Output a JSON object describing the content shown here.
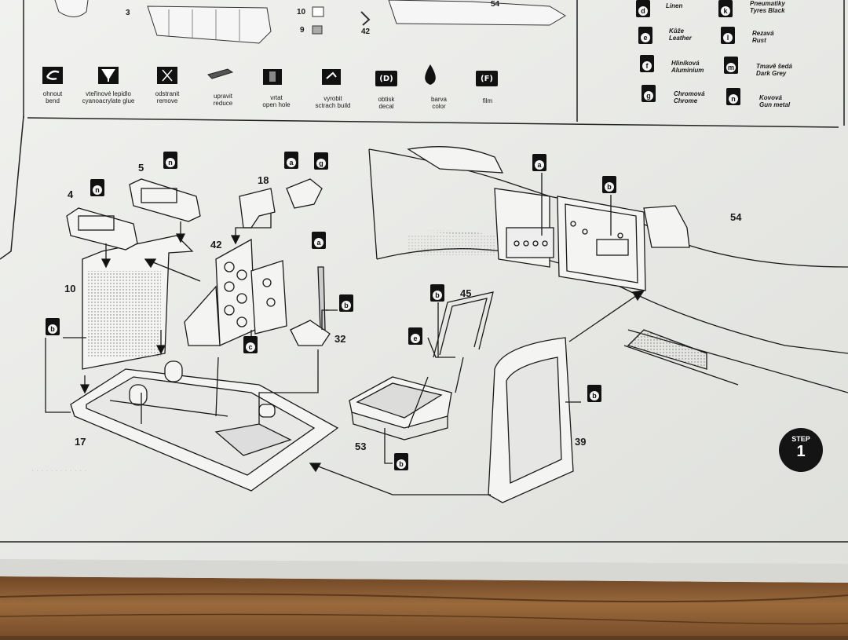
{
  "legend": {
    "items": [
      {
        "cz": "ohnout",
        "en": "bend",
        "icon": "bend-icon"
      },
      {
        "cz": "vteřinové lepidlo",
        "en": "cyanoacrylate glue",
        "icon": "glue-icon"
      },
      {
        "cz": "odstranit",
        "en": "remove",
        "icon": "cut-icon"
      },
      {
        "cz": "upravit",
        "en": "reduce",
        "icon": "file-icon"
      },
      {
        "cz": "vrtat",
        "en": "open hole",
        "icon": "drill-icon"
      },
      {
        "cz": "vyrobit",
        "en": "sctrach build",
        "icon": "build-icon"
      },
      {
        "cz": "obtisk",
        "en": "decal",
        "icon": "decal-icon",
        "box": "(D)"
      },
      {
        "cz": "barva",
        "en": "color",
        "icon": "color-drop-icon"
      },
      {
        "cz": "film",
        "en": "",
        "icon": "film-icon",
        "box": "(F)"
      }
    ]
  },
  "colors": {
    "items": [
      {
        "letter": "d",
        "cz": "",
        "en": "Linen"
      },
      {
        "letter": "e",
        "cz": "Kůže",
        "en": "Leather"
      },
      {
        "letter": "f",
        "cz": "Hliníková",
        "en": "Aluminium"
      },
      {
        "letter": "g",
        "cz": "Chromová",
        "en": "Chrome"
      },
      {
        "letter": "k",
        "cz": "Pneumatiky",
        "en": "Tyres Black"
      },
      {
        "letter": "l",
        "cz": "Rezavá",
        "en": "Rust"
      },
      {
        "letter": "m",
        "cz": "Tmavě šedá",
        "en": "Dark Grey"
      },
      {
        "letter": "n",
        "cz": "Kovová",
        "en": "Gun metal"
      }
    ]
  },
  "top_part_numbers": [
    "3",
    "10",
    "9",
    "42",
    "54"
  ],
  "part_numbers": [
    "5",
    "4",
    "18",
    "42",
    "10",
    "32",
    "45",
    "17",
    "53",
    "39",
    "54"
  ],
  "paint_callouts": [
    "n",
    "n",
    "a",
    "g",
    "a",
    "b",
    "c",
    "b",
    "a",
    "b",
    "e",
    "b",
    "b",
    "b"
  ],
  "step": {
    "label": "STEP",
    "number": "1"
  },
  "palette": {
    "paper": "#ecedea",
    "ink": "#1a1a1a",
    "wood": "#8a5a30"
  }
}
